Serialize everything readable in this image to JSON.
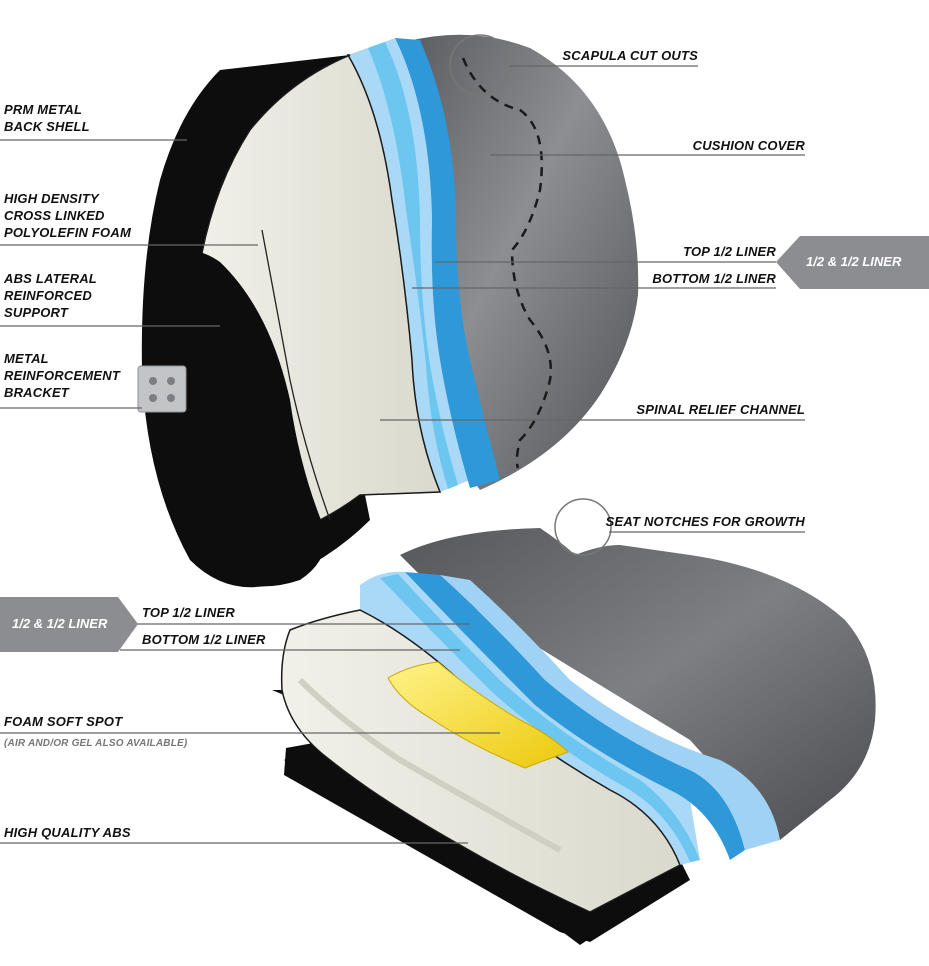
{
  "colors": {
    "cover_dark": "#4d4f53",
    "cover_light": "#8a8c90",
    "top_liner": "#aad9f7",
    "bottom_liner": "#2e98d8",
    "liner_mid": "#5cc0ef",
    "foam": "#e7e7dd",
    "shell": "#0d0d0d",
    "soft_spot": "#f5dc1e",
    "tag_bg": "#8c8d90",
    "leader": "#666666"
  },
  "labels": {
    "prm_metal_back_shell": [
      "PRM METAL",
      "BACK SHELL"
    ],
    "high_density_foam": [
      "HIGH DENSITY",
      "CROSS LINKED",
      "POLYOLEFIN FOAM"
    ],
    "abs_lateral_support": [
      "ABS LATERAL",
      "REINFORCED",
      "SUPPORT"
    ],
    "metal_bracket": [
      "METAL",
      "REINFORCEMENT",
      "BRACKET"
    ],
    "scapula_cut_outs": "SCAPULA CUT OUTS",
    "cushion_cover": "CUSHION COVER",
    "back_top_liner": "TOP 1/2 LINER",
    "back_bottom_liner": "BOTTOM 1/2 LINER",
    "back_tag": "1/2 & 1/2 LINER",
    "spinal_relief_channel": "SPINAL RELIEF CHANNEL",
    "seat_notches": "SEAT NOTCHES FOR GROWTH",
    "seat_tag": "1/2 & 1/2 LINER",
    "seat_top_liner": "TOP 1/2 LINER",
    "seat_bottom_liner": "BOTTOM 1/2 LINER",
    "foam_soft_spot": "FOAM SOFT SPOT",
    "soft_spot_note": "(AIR AND/OR GEL ALSO AVAILABLE)",
    "high_quality_abs": "HIGH QUALITY ABS"
  }
}
